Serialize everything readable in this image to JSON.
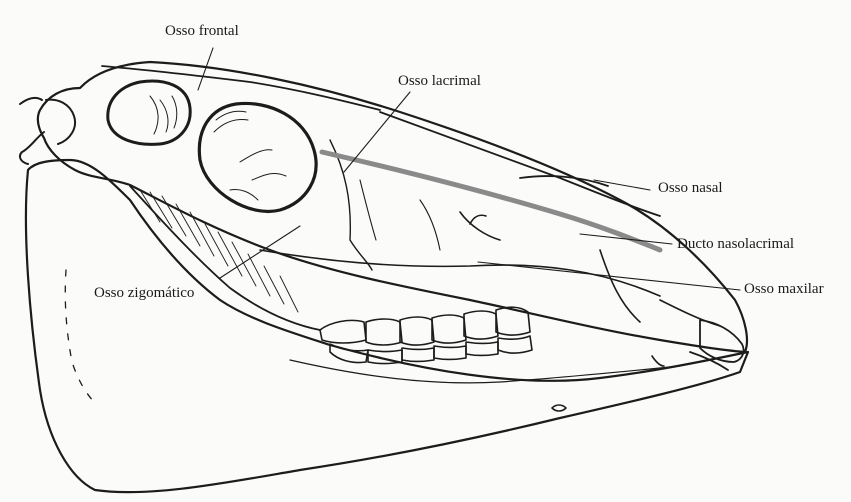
{
  "labels": {
    "frontal": "Osso frontal",
    "lacrimal": "Osso lacrimal",
    "nasal": "Osso nasal",
    "nasolacrimal": "Ducto nasolacrimal",
    "zygomatic": "Osso zigomático",
    "maxilla": "Osso maxilar"
  },
  "colors": {
    "ink": "#1c1c1c",
    "duct": "#8a8a8a",
    "bone": "#ffffff",
    "background": "#fbfbfa"
  }
}
